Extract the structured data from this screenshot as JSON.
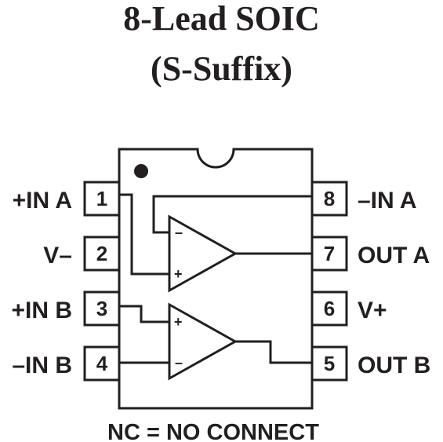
{
  "title": {
    "line1": "8-Lead SOIC",
    "line2": "(S-Suffix)"
  },
  "pins": {
    "p1": {
      "number": "1",
      "name": "+IN A"
    },
    "p2": {
      "number": "2",
      "name": "V–"
    },
    "p3": {
      "number": "3",
      "name": "+IN B"
    },
    "p4": {
      "number": "4",
      "name": "–IN B"
    },
    "p5": {
      "number": "5",
      "name": "OUT B"
    },
    "p6": {
      "number": "6",
      "name": "V+"
    },
    "p7": {
      "number": "7",
      "name": "OUT A"
    },
    "p8": {
      "number": "8",
      "name": "–IN A"
    }
  },
  "opamps": {
    "a": {
      "minus": "–",
      "plus": "+"
    },
    "b": {
      "plus": "+",
      "minus": "–"
    }
  },
  "note": "NC = NO CONNECT",
  "colors": {
    "ink": "#231f20",
    "background": "#ffffff"
  }
}
